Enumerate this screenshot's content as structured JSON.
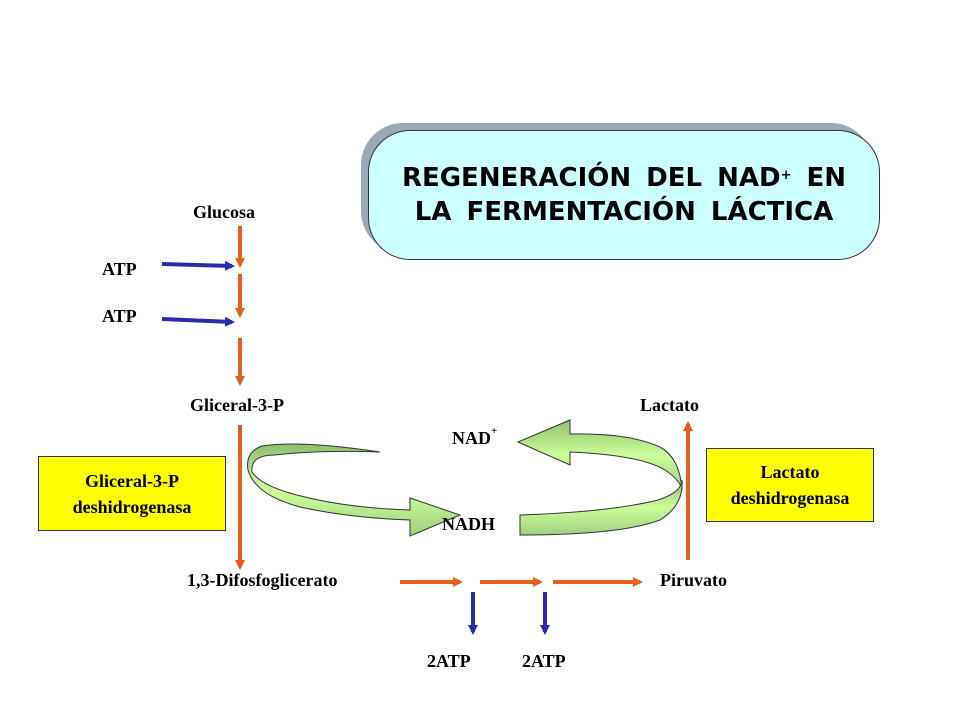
{
  "title": {
    "line1_main": "REGENERACIÓN DEL NAD",
    "line1_sup": "+",
    "line1_end": " EN",
    "line2": "LA FERMENTACIÓN LÁCTICA"
  },
  "labels": {
    "glucosa": "Glucosa",
    "atp1": "ATP",
    "atp2": "ATP",
    "gliceral": "Gliceral-3-P",
    "lactato": "Lactato",
    "nad": "NAD",
    "nad_sup": "+",
    "nadh": "NADH",
    "difosfo": "1,3-Difosfoglicerato",
    "piruvato": "Piruvato",
    "atp_out1": "2ATP",
    "atp_out2": "2ATP"
  },
  "enzymes": {
    "left_line1": "Gliceral-3-P",
    "left_line2": "deshidrogenasa",
    "right_line1": "Lactato",
    "right_line2": "deshidrogenasa"
  },
  "colors": {
    "title_bg": "#ccffff",
    "enzyme_bg": "#ffff00",
    "orange_arrow": "#e8601c",
    "blue_arrow": "#2b2bb0",
    "green_arrow_light": "#ccff99",
    "green_arrow_dark": "#8fbf6f"
  }
}
